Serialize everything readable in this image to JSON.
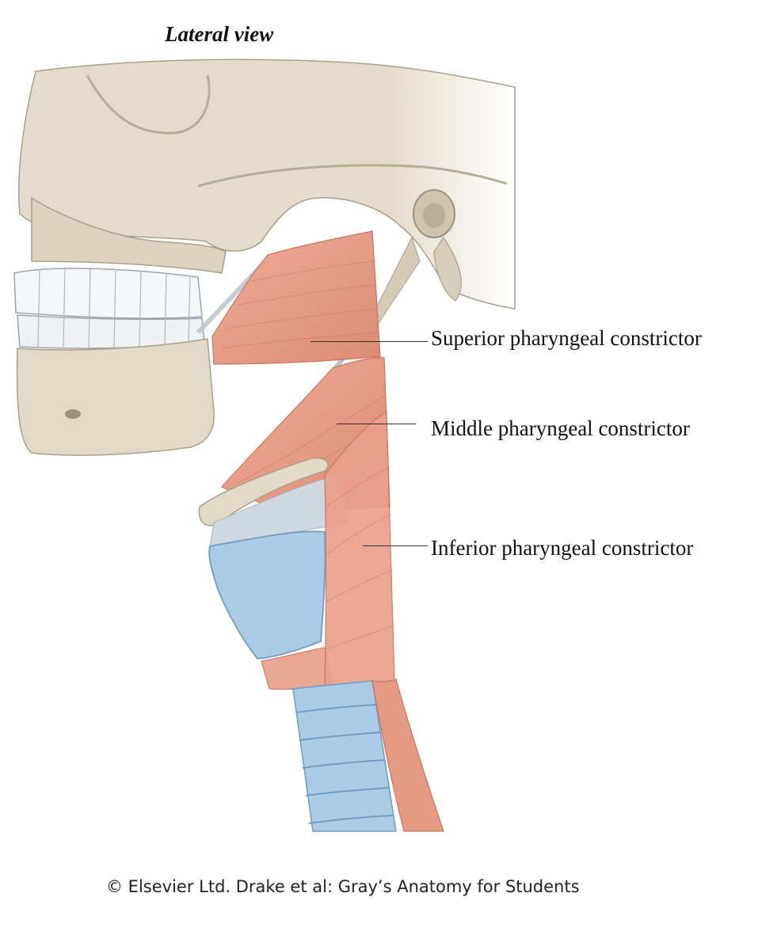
{
  "title": "Lateral view",
  "labels": {
    "superior": "Superior pharyngeal constrictor",
    "middle": "Middle pharyngeal constrictor",
    "inferior": "Inferior pharyngeal constrictor"
  },
  "credit": "© Elsevier Ltd. Drake et al: Gray’s Anatomy for Students",
  "colors": {
    "bone": "#e4dccb",
    "bone_shadow": "#cbc0aa",
    "muscle": "#e9a08a",
    "muscle_dark": "#d8806a",
    "cartilage": "#a9cbe6",
    "cartilage_dark": "#8fb6d8",
    "teeth": "#f4f6f8",
    "ligament": "#b9c4cc"
  }
}
